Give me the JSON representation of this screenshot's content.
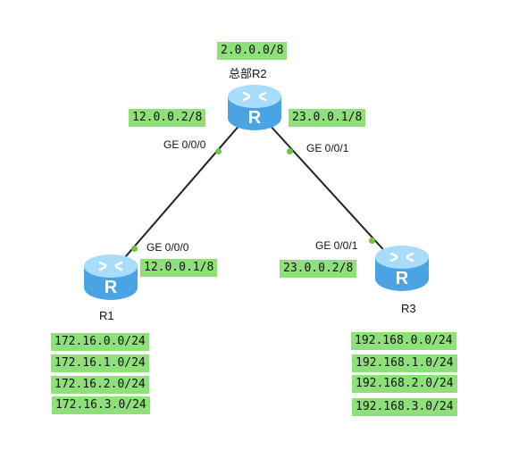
{
  "routers": {
    "r2": {
      "name": "总部R2",
      "icon": "router-icon"
    },
    "r1": {
      "name": "R1",
      "icon": "router-icon"
    },
    "r3": {
      "name": "R3",
      "icon": "router-icon"
    }
  },
  "links": {
    "r2_r1": {
      "r2_port": "GE 0/0/0",
      "r1_port": "GE 0/0/0",
      "r2_ip": "12.0.0.2/8",
      "r1_ip": "12.0.0.1/8"
    },
    "r2_r3": {
      "r2_port": "GE 0/0/1",
      "r3_port": "GE 0/0/1",
      "r2_ip": "23.0.0.1/8",
      "r3_ip": "23.0.0.2/8"
    }
  },
  "r2_network": "2.0.0.0/8",
  "r1_networks": [
    "172.16.0.0/24",
    "172.16.1.0/24",
    "172.16.2.0/24",
    "172.16.3.0/24"
  ],
  "r3_networks": [
    "192.168.0.0/24",
    "192.168.1.0/24",
    "192.168.2.0/24",
    "192.168.3.0/24"
  ],
  "colors": {
    "label_bg": "#8fe07a",
    "router": "#5ab4ee",
    "port_dot": "#6fc24a",
    "link": "#222222"
  }
}
